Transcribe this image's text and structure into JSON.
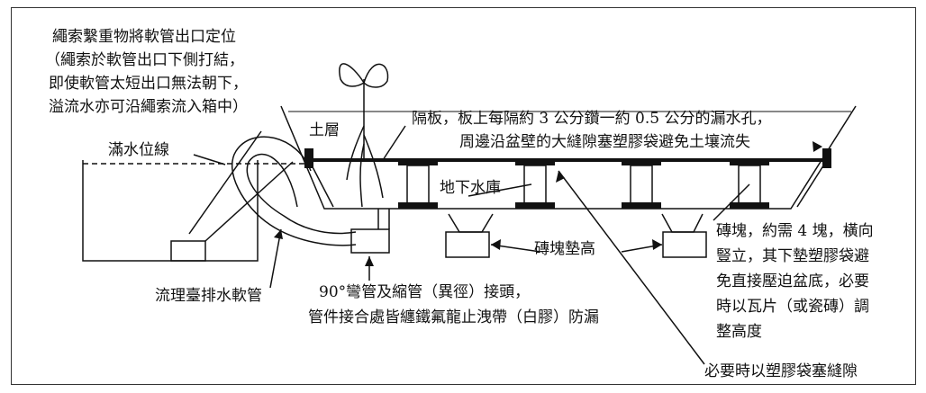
{
  "labels": {
    "rope_line1": "繩索繫重物將軟管出口定位",
    "rope_line2": "（繩索於軟管出口下側打結，",
    "rope_line3": "即使軟管太短出口無法朝下，",
    "rope_line4": "溢流水亦可沿繩索流入箱中）",
    "full_water_line": "滿水位線",
    "soil_layer": "土層",
    "partition_line1": "隔板，板上每隔約 3 公分鑽一約 0.5 公分的漏水孔，",
    "partition_line2": "周邊沿盆壁的大縫隙塞塑膠袋避免土壤流失",
    "underground_reservoir": "地下水庫",
    "brick_raise": "磚塊墊高",
    "brick_note1": "磚塊，約需 4 塊，橫向",
    "brick_note2": "豎立，其下墊塑膠袋避",
    "brick_note3": "免直接壓迫盆底，必要",
    "brick_note4": "時以瓦片（或瓷磚）調",
    "brick_note5": "整高度",
    "drain_hose": "流理臺排水軟管",
    "elbow_line1": "90°彎管及縮管（異徑）接頭，",
    "elbow_line2": "管件接合處皆纏鐵氟龍止洩帶（白膠）防漏",
    "gap_seal": "必要時以塑膠袋塞縫隙"
  },
  "colors": {
    "line": "#111111",
    "fill_dark": "#111111",
    "background": "#ffffff"
  }
}
